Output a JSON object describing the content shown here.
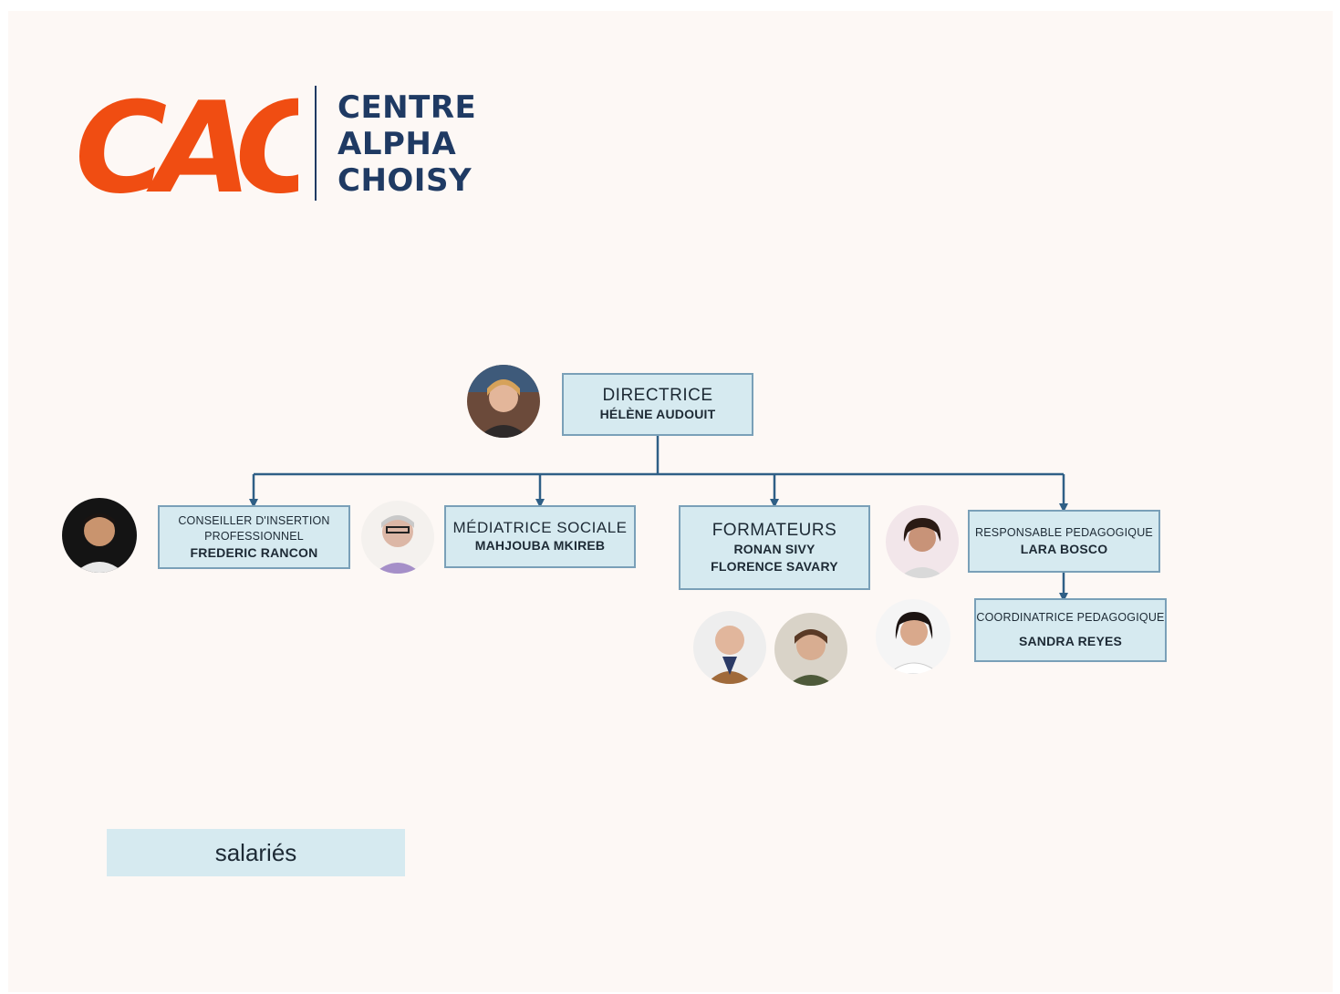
{
  "logo": {
    "mark": "CAC",
    "lines": [
      "CENTRE",
      "ALPHA",
      "CHOISY"
    ],
    "colors": {
      "mark": "#f04d12",
      "text": "#1f3a63"
    }
  },
  "org": {
    "directrice": {
      "role": "DIRECTRICE",
      "names": [
        "HÉLÈNE AUDOUIT"
      ]
    },
    "conseiller": {
      "role": [
        "CONSEILLER D'INSERTION",
        "PROFESSIONNEL"
      ],
      "names": [
        "FREDERIC RANCON"
      ]
    },
    "mediatrice": {
      "role": "MÉDIATRICE SOCIALE",
      "names": [
        "MAHJOUBA MKIREB"
      ]
    },
    "formateurs": {
      "role": "FORMATEURS",
      "names": [
        "RONAN SIVY",
        "FLORENCE SAVARY"
      ]
    },
    "responsable": {
      "role": "RESPONSABLE PEDAGOGIQUE",
      "names": [
        "LARA BOSCO"
      ]
    },
    "coordinatrice": {
      "role": "COORDINATRICE PEDAGOGIQUE",
      "names": [
        "SANDRA REYES"
      ]
    }
  },
  "legend": {
    "label": "salariés"
  },
  "colors": {
    "box_fill": "#d6eaf0",
    "box_border": "#7aa0b8",
    "connector": "#2f5f86",
    "background": "#fdf8f5"
  }
}
